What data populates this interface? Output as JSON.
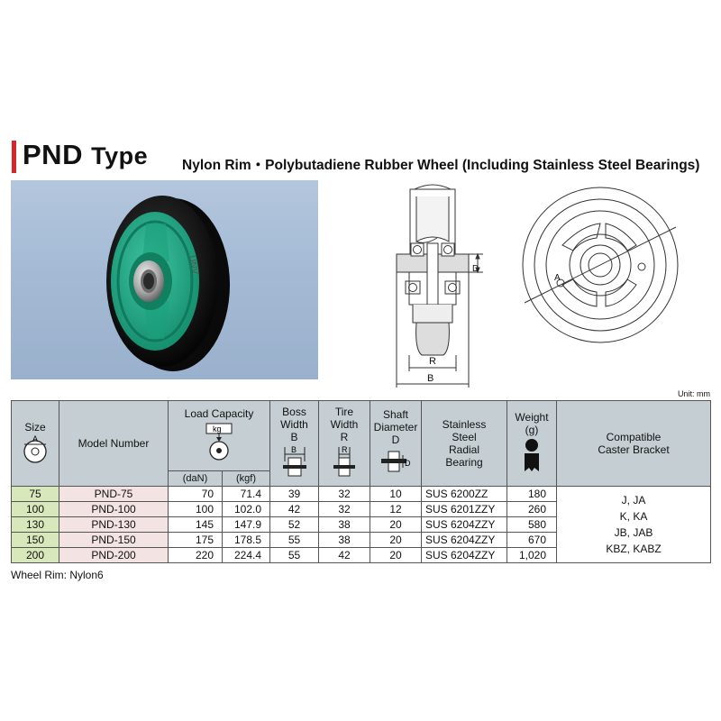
{
  "header": {
    "title_main": "PND",
    "title_type": "Type",
    "subtitle": "Nylon Rim・Polybutadiene Rubber Wheel (Including Stainless Steel Bearings)"
  },
  "photo": {
    "brand_text": "UNV"
  },
  "drawing": {
    "dim_d": "D",
    "dim_r": "R",
    "dim_b": "B",
    "dim_a": "A"
  },
  "unit_note": "Unit: mm",
  "table": {
    "headers": {
      "size": "Size",
      "size_icon": "A",
      "model": "Model Number",
      "load": "Load Capacity",
      "load_icon": "kg",
      "load_dan": "(daN)",
      "load_kgf": "(kgf)",
      "boss_l1": "Boss",
      "boss_l2": "Width",
      "boss_l3": "B",
      "boss_icon": "B",
      "tire_l1": "Tire",
      "tire_l2": "Width",
      "tire_l3": "R",
      "tire_icon": "R",
      "shaft_l1": "Shaft",
      "shaft_l2": "Diameter",
      "shaft_l3": "D",
      "shaft_icon": "D",
      "bear_l1": "Stainless",
      "bear_l2": "Steel",
      "bear_l3": "Radial",
      "bear_l4": "Bearing",
      "weight_l1": "Weight",
      "weight_l2": "(g)",
      "compat_l1": "Compatible",
      "compat_l2": "Caster Bracket"
    },
    "rows": [
      {
        "size": "75",
        "model": "PND-75",
        "dan": "70",
        "kgf": "71.4",
        "boss": "39",
        "tire": "32",
        "shaft": "10",
        "bearing": "SUS 6200ZZ",
        "weight": "180"
      },
      {
        "size": "100",
        "model": "PND-100",
        "dan": "100",
        "kgf": "102.0",
        "boss": "42",
        "tire": "32",
        "shaft": "12",
        "bearing": "SUS 6201ZZY",
        "weight": "260"
      },
      {
        "size": "130",
        "model": "PND-130",
        "dan": "145",
        "kgf": "147.9",
        "boss": "52",
        "tire": "38",
        "shaft": "20",
        "bearing": "SUS 6204ZZY",
        "weight": "580"
      },
      {
        "size": "150",
        "model": "PND-150",
        "dan": "175",
        "kgf": "178.5",
        "boss": "55",
        "tire": "38",
        "shaft": "20",
        "bearing": "SUS 6204ZZY",
        "weight": "670"
      },
      {
        "size": "200",
        "model": "PND-200",
        "dan": "220",
        "kgf": "224.4",
        "boss": "55",
        "tire": "42",
        "shaft": "20",
        "bearing": "SUS 6204ZZY",
        "weight": "1,020"
      }
    ],
    "compatible": [
      "J, JA",
      "K, KA",
      "JB, JAB",
      "KBZ, KABZ"
    ]
  },
  "footnote": "Wheel Rim: Nylon6"
}
